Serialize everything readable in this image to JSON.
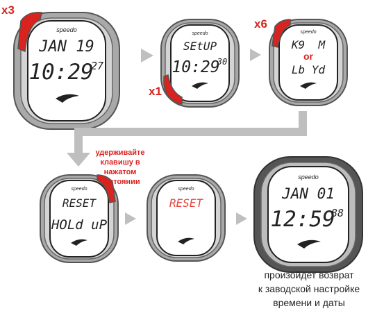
{
  "colors": {
    "accent_red": "#d8231f",
    "arrow_gray": "#bfbfbf",
    "case_gray": "#a9a9a9",
    "case_dark": "#555555",
    "lcd_reset_red": "#e8443c"
  },
  "watches": {
    "w1": {
      "brand": "speedo",
      "line1": "JAN 19",
      "line2": "10:29",
      "line2_small": "27"
    },
    "w2": {
      "brand": "speedo",
      "line1": "SEtUP",
      "line2": "10:29",
      "line2_small": "30"
    },
    "w3": {
      "brand": "speedo",
      "line1": "K9  M",
      "or": "or",
      "line2": "Lb Yd"
    },
    "w4": {
      "brand": "speedo",
      "line1": "RESET",
      "line2": "HOLd uP"
    },
    "w5": {
      "brand": "speedo",
      "line1": "RESET"
    },
    "w6": {
      "brand": "speedo",
      "line1": "JAN 01",
      "line2": "12:59",
      "line2_small": "88"
    }
  },
  "press_counts": {
    "x3": "x3",
    "x1": "x1",
    "x6": "x6"
  },
  "hold_note": [
    "удерживайте",
    "клавишу в",
    "нажатом",
    "состоянии"
  ],
  "caption": [
    "произойдет возврат",
    "к заводской настройке",
    "времени и даты"
  ]
}
